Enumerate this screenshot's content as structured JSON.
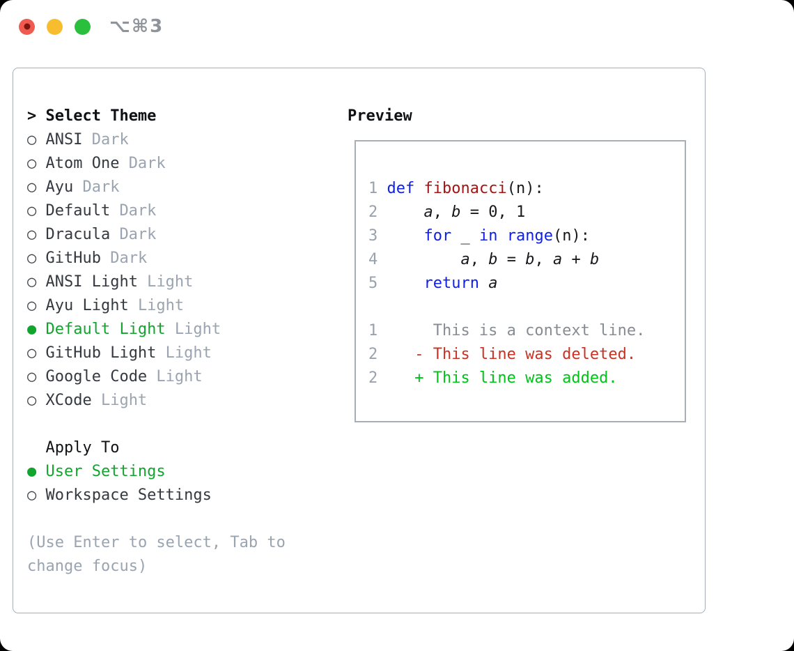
{
  "window": {
    "title": "⌥⌘3"
  },
  "glyphs": {
    "radio_selected": "●",
    "radio_unselected": "○"
  },
  "theme_selector": {
    "header_prefix": ">",
    "header": "Select Theme",
    "items": [
      {
        "name": "ANSI",
        "variant": "Dark",
        "selected": false
      },
      {
        "name": "Atom One",
        "variant": "Dark",
        "selected": false
      },
      {
        "name": "Ayu",
        "variant": "Dark",
        "selected": false
      },
      {
        "name": "Default",
        "variant": "Dark",
        "selected": false
      },
      {
        "name": "Dracula",
        "variant": "Dark",
        "selected": false
      },
      {
        "name": "GitHub",
        "variant": "Dark",
        "selected": false
      },
      {
        "name": "ANSI Light",
        "variant": "Light",
        "selected": false
      },
      {
        "name": "Ayu Light",
        "variant": "Light",
        "selected": false
      },
      {
        "name": "Default Light",
        "variant": "Light",
        "selected": true
      },
      {
        "name": "GitHub Light",
        "variant": "Light",
        "selected": false
      },
      {
        "name": "Google Code",
        "variant": "Light",
        "selected": false
      },
      {
        "name": "XCode",
        "variant": "Light",
        "selected": false
      }
    ]
  },
  "apply_to": {
    "header": "Apply To",
    "options": [
      {
        "label": "User Settings",
        "selected": true
      },
      {
        "label": "Workspace Settings",
        "selected": false
      }
    ]
  },
  "hint": {
    "lines": [
      "(Use Enter to select, Tab to",
      "change focus)"
    ]
  },
  "preview": {
    "header": "Preview",
    "lines": [
      {
        "gutter": "1",
        "segments": [
          {
            "text": "def",
            "style": "keyword"
          },
          {
            "text": " ",
            "style": "plain"
          },
          {
            "text": "fibonacci",
            "style": "function"
          },
          {
            "text": "(n):",
            "style": "plain"
          }
        ]
      },
      {
        "gutter": "2",
        "segments": [
          {
            "text": "    ",
            "style": "plain"
          },
          {
            "text": "a",
            "style": "variable"
          },
          {
            "text": ", ",
            "style": "plain"
          },
          {
            "text": "b",
            "style": "variable"
          },
          {
            "text": " = 0, 1",
            "style": "plain"
          }
        ]
      },
      {
        "gutter": "3",
        "segments": [
          {
            "text": "    ",
            "style": "plain"
          },
          {
            "text": "for",
            "style": "keyword"
          },
          {
            "text": " _ ",
            "style": "plain"
          },
          {
            "text": "in",
            "style": "keyword"
          },
          {
            "text": " ",
            "style": "plain"
          },
          {
            "text": "range",
            "style": "keyword"
          },
          {
            "text": "(n):",
            "style": "plain"
          }
        ]
      },
      {
        "gutter": "4",
        "segments": [
          {
            "text": "        ",
            "style": "plain"
          },
          {
            "text": "a",
            "style": "variable"
          },
          {
            "text": ", ",
            "style": "plain"
          },
          {
            "text": "b",
            "style": "variable"
          },
          {
            "text": " = ",
            "style": "plain"
          },
          {
            "text": "b",
            "style": "variable"
          },
          {
            "text": ", ",
            "style": "plain"
          },
          {
            "text": "a",
            "style": "variable"
          },
          {
            "text": " + ",
            "style": "plain"
          },
          {
            "text": "b",
            "style": "variable"
          }
        ]
      },
      {
        "gutter": "5",
        "segments": [
          {
            "text": "    ",
            "style": "plain"
          },
          {
            "text": "return",
            "style": "keyword"
          },
          {
            "text": " ",
            "style": "plain"
          },
          {
            "text": "a",
            "style": "variable"
          }
        ]
      },
      {
        "gutter": "",
        "segments": []
      },
      {
        "gutter": "1",
        "segments": [
          {
            "text": "     This is a context line.",
            "style": "context"
          }
        ]
      },
      {
        "gutter": "2",
        "segments": [
          {
            "text": "   - This line was deleted.",
            "style": "deleted"
          }
        ]
      },
      {
        "gutter": "2",
        "segments": [
          {
            "text": "   + This line was added.",
            "style": "added"
          }
        ]
      }
    ]
  },
  "colors": {
    "page_bg": "#000000",
    "window_bg": "#ffffff",
    "panel_border": "#a6adb6",
    "preview_border": "#a9aeb6",
    "header_text": "#101114",
    "item_text": "#34383f",
    "variant_text": "#9aa4b0",
    "selected_green": "#12a52e",
    "radio_outline": "#3d4249",
    "hint_text": "#9aa4b0",
    "title_text": "#8f949b",
    "traffic_red": "#ef5b50",
    "traffic_red_dot": "#7d150f",
    "traffic_yellow": "#f7bd2e",
    "traffic_green": "#2ac03e",
    "gutter": "#98a1ac",
    "code_plain": "#17181b",
    "keyword": "#1020e6",
    "function_name": "#a31515",
    "context": "#878c93",
    "deleted": "#c93222",
    "added": "#00c317"
  }
}
